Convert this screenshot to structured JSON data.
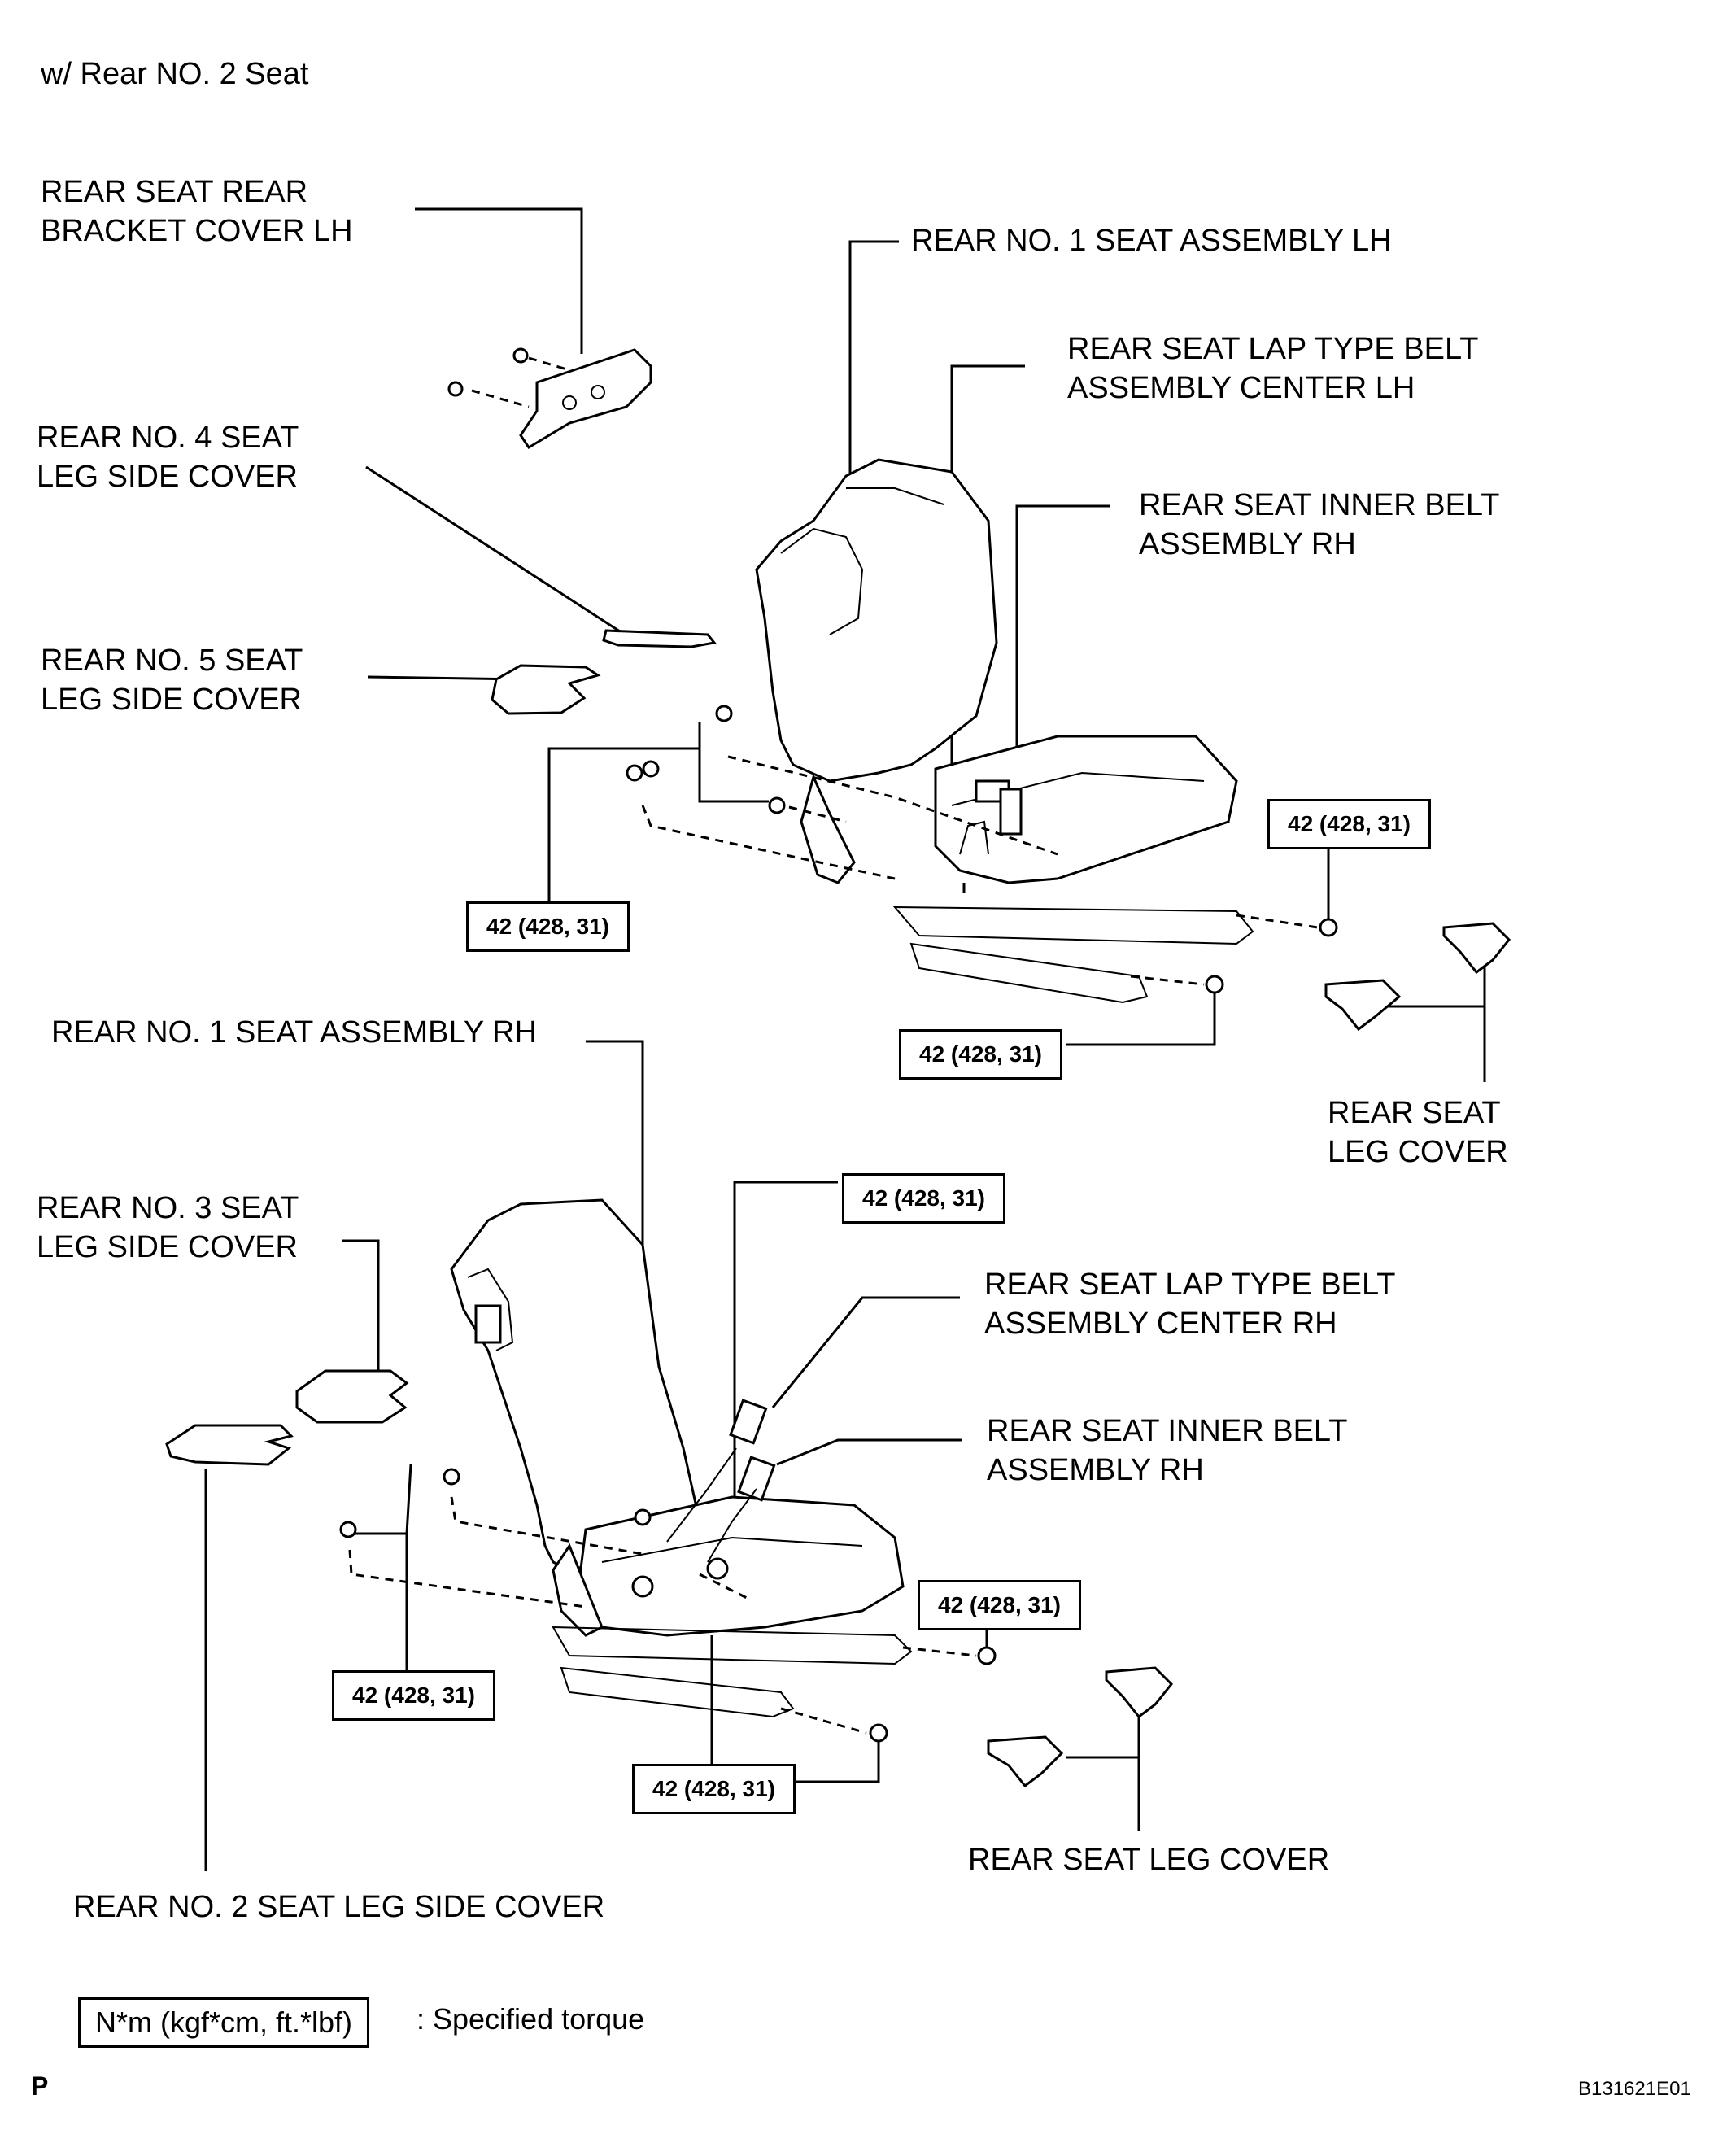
{
  "header": {
    "subtitle": "w/ Rear NO. 2 Seat"
  },
  "labels": {
    "bracket_cover_lh": "REAR SEAT REAR\nBRACKET COVER LH",
    "seat_assy_lh": "REAR NO. 1 SEAT ASSEMBLY LH",
    "lap_belt_center_lh": "REAR SEAT LAP TYPE BELT\nASSEMBLY CENTER LH",
    "no4_leg_side_cover": "REAR NO. 4 SEAT\nLEG SIDE COVER",
    "inner_belt_rh_upper": "REAR SEAT INNER BELT\nASSEMBLY RH",
    "no5_leg_side_cover": "REAR NO. 5 SEAT\nLEG SIDE COVER",
    "leg_cover_upper": "REAR SEAT\nLEG COVER",
    "seat_assy_rh": "REAR NO. 1 SEAT ASSEMBLY RH",
    "no3_leg_side_cover": "REAR NO. 3 SEAT\nLEG SIDE COVER",
    "lap_belt_center_rh": "REAR SEAT LAP TYPE BELT\nASSEMBLY CENTER RH",
    "inner_belt_rh_lower": "REAR SEAT INNER BELT\nASSEMBLY RH",
    "leg_cover_lower": "REAR SEAT LEG COVER",
    "no2_leg_side_cover": "REAR NO. 2 SEAT LEG SIDE COVER"
  },
  "torque": {
    "t1": "42 (428, 31)",
    "t2": "42 (428, 31)",
    "t3": "42 (428, 31)",
    "t4": "42 (428, 31)",
    "t5": "42 (428, 31)",
    "t6": "42 (428, 31)",
    "t7": "42 (428, 31)"
  },
  "legend": {
    "unit": "N*m (kgf*cm, ft.*lbf)",
    "text": ": Specified torque"
  },
  "footer": {
    "page_mark": "P",
    "figure_code": "B131621E01"
  }
}
